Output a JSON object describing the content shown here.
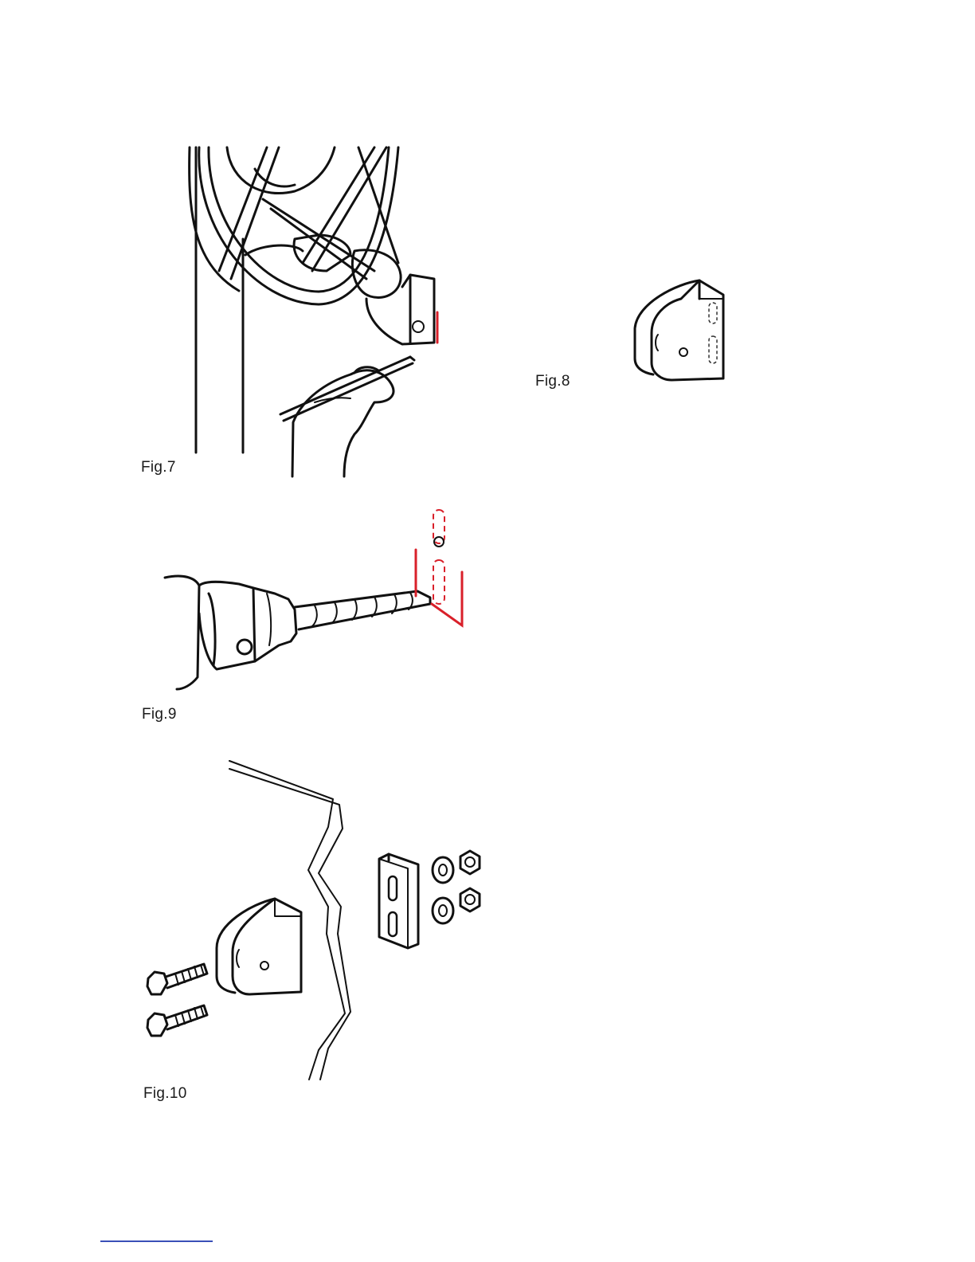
{
  "figures": {
    "fig7": {
      "caption": "Fig.7"
    },
    "fig8": {
      "caption": "Fig.8"
    },
    "fig9": {
      "caption": "Fig.9"
    },
    "fig10": {
      "caption": "Fig.10"
    }
  },
  "colors": {
    "ink": "#111111",
    "marking_red": "#d9202a",
    "footer_rule": "#3a4fb8"
  }
}
